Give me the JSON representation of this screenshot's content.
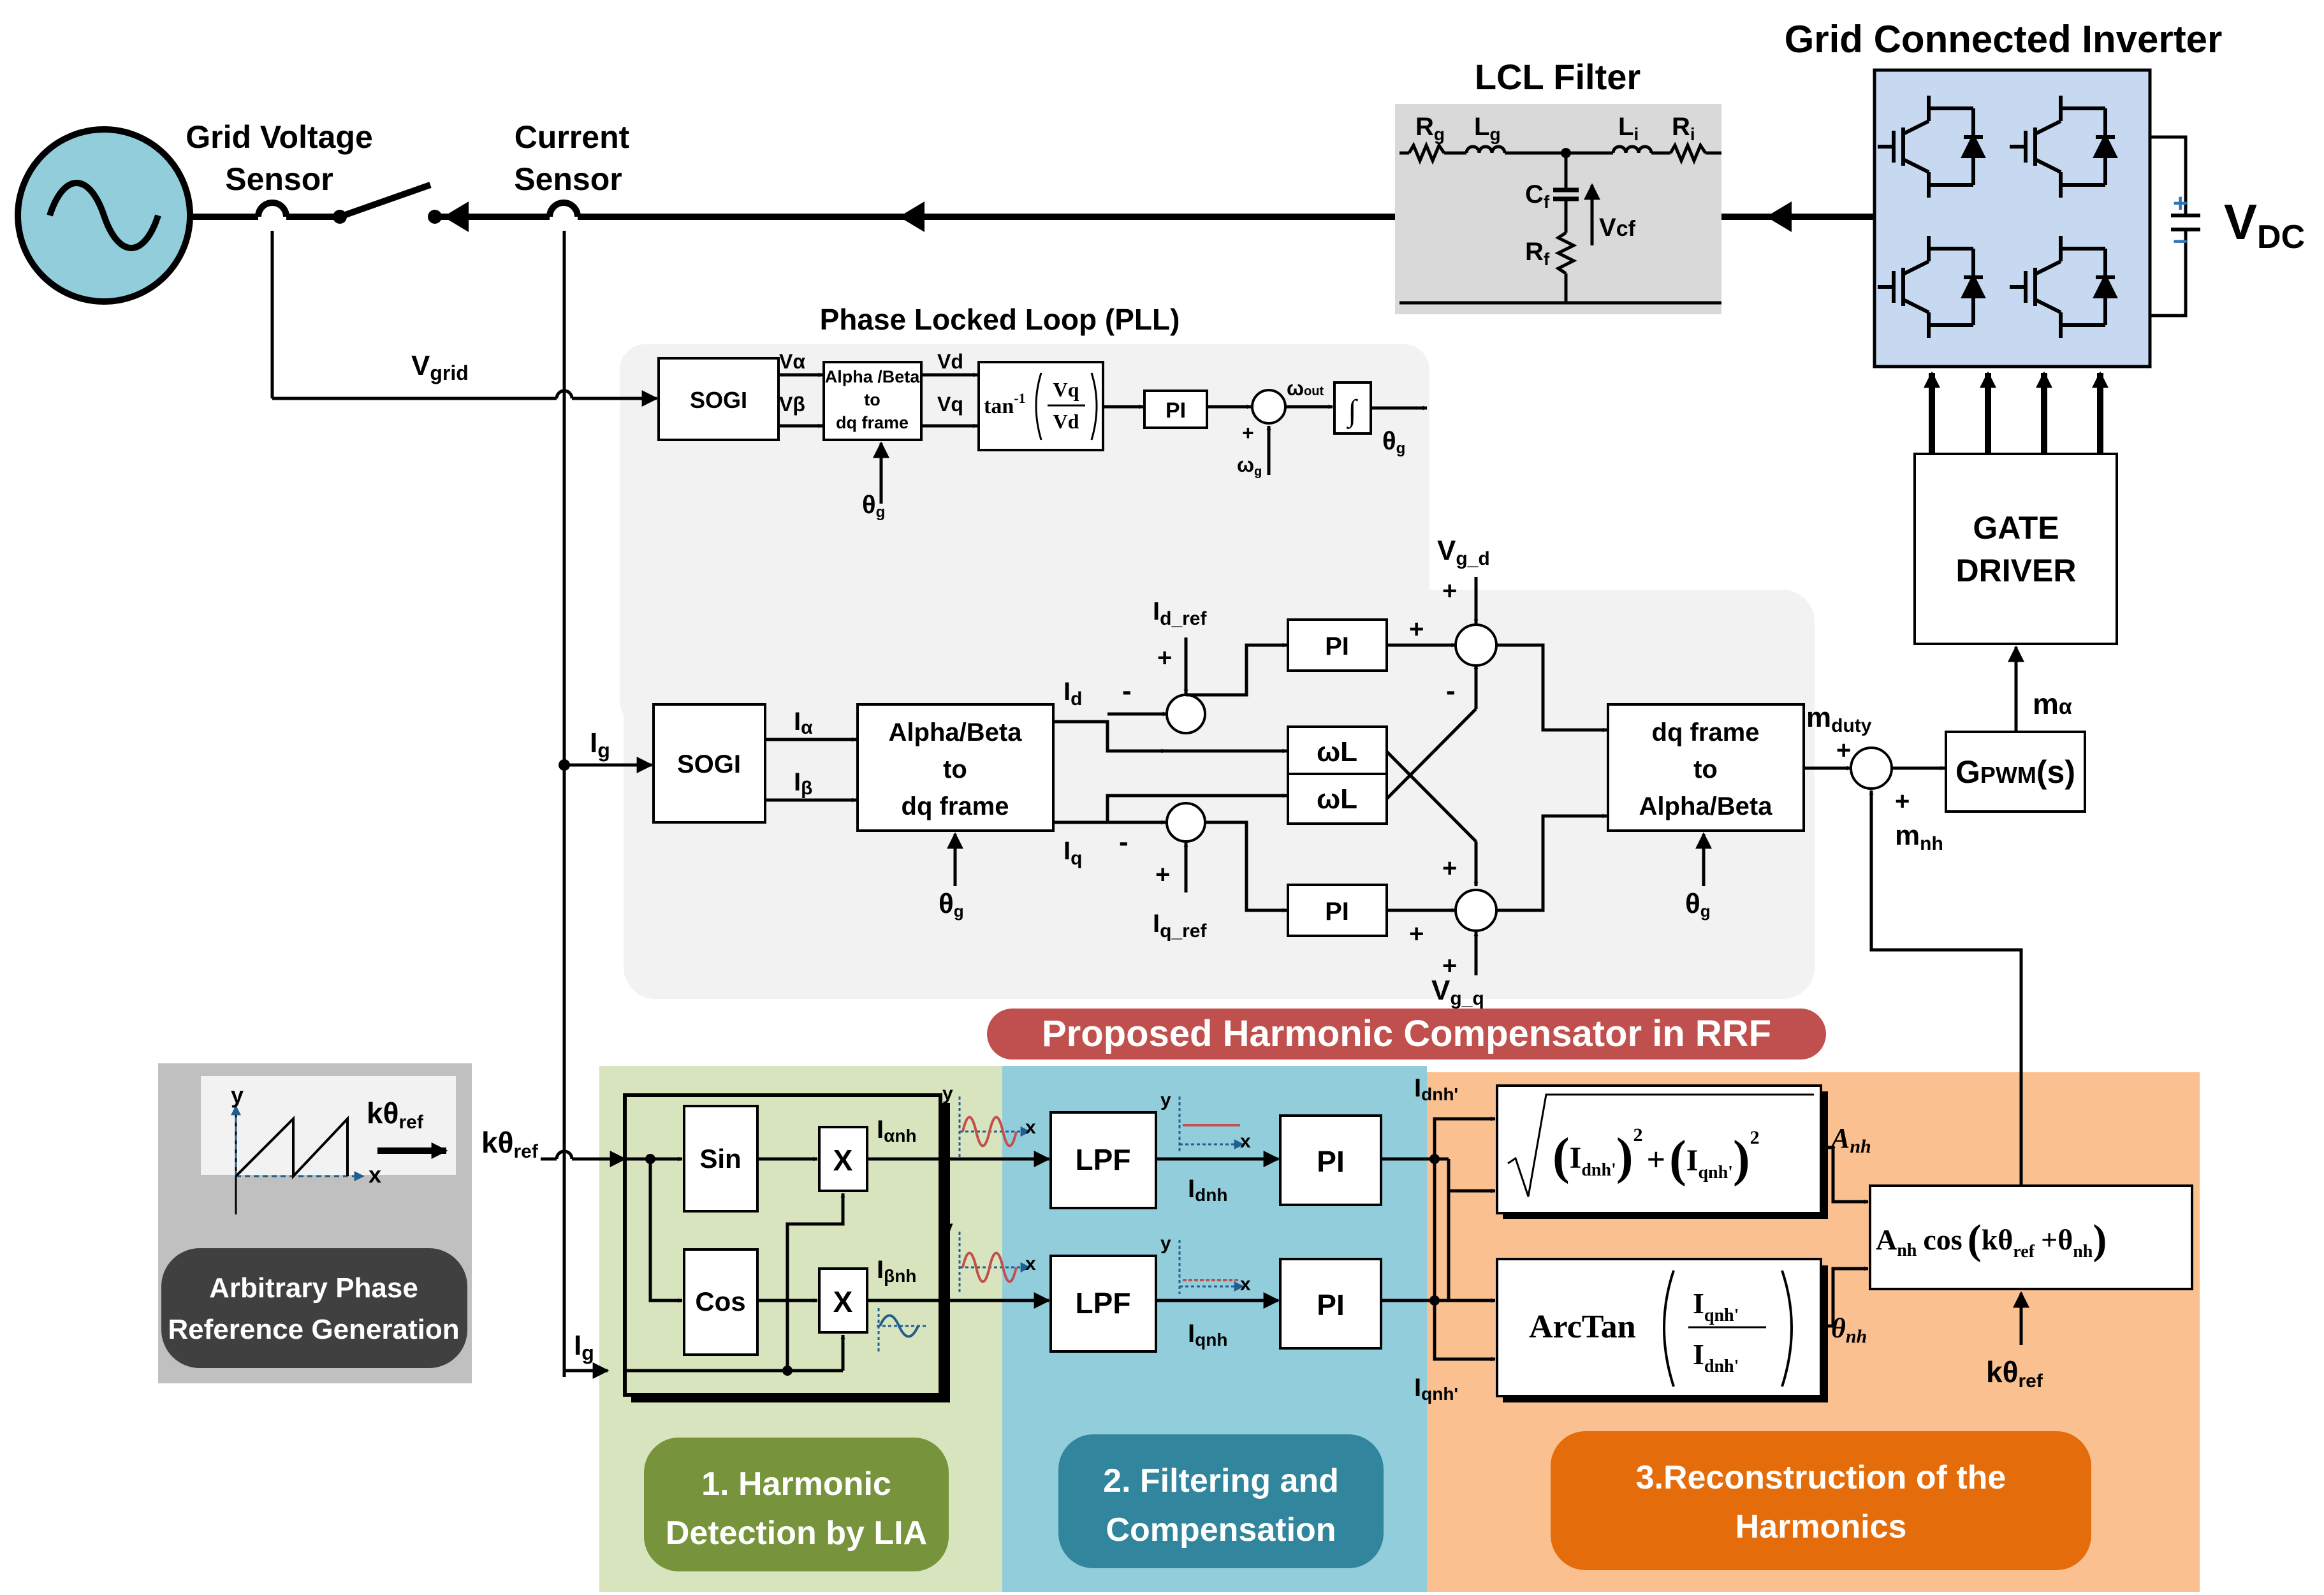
{
  "titles": {
    "grid_inverter": "Grid Connected Inverter",
    "lcl_filter": "LCL Filter",
    "grid_voltage_sensor_1": "Grid Voltage",
    "grid_voltage_sensor_2": "Sensor",
    "current_sensor_1": "Current",
    "current_sensor_2": "Sensor",
    "pll": "Phase Locked Loop (PLL)",
    "proposed": "Proposed Harmonic Compensator in RRF",
    "arbitrary_1": "Arbitrary Phase",
    "arbitrary_2": "Reference Generation",
    "section1_1": "1. Harmonic",
    "section1_2": "Detection by LIA",
    "section2_1": "2. Filtering and",
    "section2_2": "Compensation",
    "section3_1": "3.Reconstruction of the",
    "section3_2": "Harmonics"
  },
  "lcl": {
    "rg_main": "R",
    "rg_sub": "g",
    "lg_main": "L",
    "lg_sub": "g",
    "li_main": "L",
    "li_sub": "i",
    "ri_main": "R",
    "ri_sub": "i",
    "cf_main": "C",
    "cf_sub": "f",
    "rf_main": "R",
    "rf_sub": "f",
    "vcf_main": "V",
    "vcf_sub": "cf"
  },
  "inverter": {
    "vdc_main": "V",
    "vdc_sub": "DC",
    "plus": "+",
    "minus": "−"
  },
  "gate_driver": {
    "line1": "GATE",
    "line2": "DRIVER"
  },
  "pwm": {
    "main": "G",
    "sub": "PWM",
    "tail": "(s)",
    "m_alpha_main": "m",
    "m_alpha_sub": "α"
  },
  "pll_blocks": {
    "sogi": "SOGI",
    "abdq_1": "Alpha /Beta",
    "abdq_2": "to",
    "abdq_3": "dq frame",
    "tan": "tan",
    "tan_sup": "-1",
    "vq": "Vq",
    "vd": "Vd",
    "pi": "PI",
    "integrator": "∫",
    "omega_out_main": "ω",
    "omega_out_sub": "out",
    "omega_g_main": "ω",
    "omega_g_sub": "g",
    "theta_out_main": "θ",
    "theta_out_sub": "g",
    "theta_in_main": "θ",
    "theta_in_sub": "g",
    "valpha": "Vα",
    "vbeta": "Vβ",
    "vd_sig": "Vd",
    "vq_sig": "Vq",
    "plus": "+"
  },
  "signals": {
    "vgrid_main": "V",
    "vgrid_sub": "grid",
    "ig_main": "I",
    "ig_sub": "g",
    "ktheta_main": "kθ",
    "ktheta_sub": "ref"
  },
  "current_loop": {
    "sogi": "SOGI",
    "abdq_1": "Alpha/Beta",
    "abdq_2": "to",
    "abdq_3": "dq frame",
    "ia_main": "I",
    "ia_sub": "α",
    "ib_main": "I",
    "ib_sub": "β",
    "id_main": "I",
    "id_sub": "d",
    "iq_main": "I",
    "iq_sub": "q",
    "idref_main": "I",
    "idref_sub": "d_ref",
    "iqref_main": "I",
    "iqref_sub": "q_ref",
    "pi": "PI",
    "wl": "ωL",
    "vgd_main": "V",
    "vgd_sub": "g_d",
    "vgq_main": "V",
    "vgq_sub": "g_q",
    "dqab_1": "dq frame",
    "dqab_2": "to",
    "dqab_3": "Alpha/Beta",
    "theta_main": "θ",
    "theta_sub": "g",
    "mduty_main": "m",
    "mduty_sub": "duty",
    "mnh_main": "m",
    "mnh_sub": "nh",
    "plus": "+",
    "minus": "-"
  },
  "harmonic": {
    "sin": "Sin",
    "cos": "Cos",
    "mult": "X",
    "ianh_main": "I",
    "ianh_sub": "αnh",
    "ibnh_main": "I",
    "ibnh_sub": "βnh",
    "lpf": "LPF",
    "pi": "PI",
    "idnh_main": "I",
    "idnh_sub": "dnh",
    "iqnh_main": "I",
    "iqnh_sub": "qnh",
    "idnhp_main": "I",
    "idnhp_sub": "dnh'",
    "iqnhp_main": "I",
    "iqnhp_sub": "qnh'",
    "anh_main": "A",
    "anh_sub": "nh",
    "thetanh_main": "θ",
    "thetanh_sub": "nh",
    "arctan": "ArcTan",
    "sqrt_i": "I",
    "sqrt_dnh": "dnh'",
    "sqrt_qnh": "qnh'",
    "sqrt_two": "2",
    "sqrt_plus": "+",
    "recon_a": "A",
    "recon_a_sub": "nh",
    "recon_cos": "cos",
    "recon_k": "kθ",
    "recon_ref": "ref",
    "recon_plus": "+θ",
    "recon_nh": "nh",
    "axis_x": "x",
    "axis_y": "y"
  },
  "colors": {
    "grid_source": "#92cddc",
    "inverter": "#c6d9f1",
    "lcl": "#d9d9d9",
    "pll_panel": "#f2f2f2",
    "proposed_banner": "#c0504d",
    "section1_bg": "#d7e4bd",
    "section1_label": "#77933c",
    "section2_bg": "#92cddc",
    "section2_label": "#31859c",
    "section3_bg": "#fac090",
    "section3_label": "#e46c0a",
    "arbitrary_bg": "#c0c0c0",
    "arbitrary_label": "#404040"
  }
}
